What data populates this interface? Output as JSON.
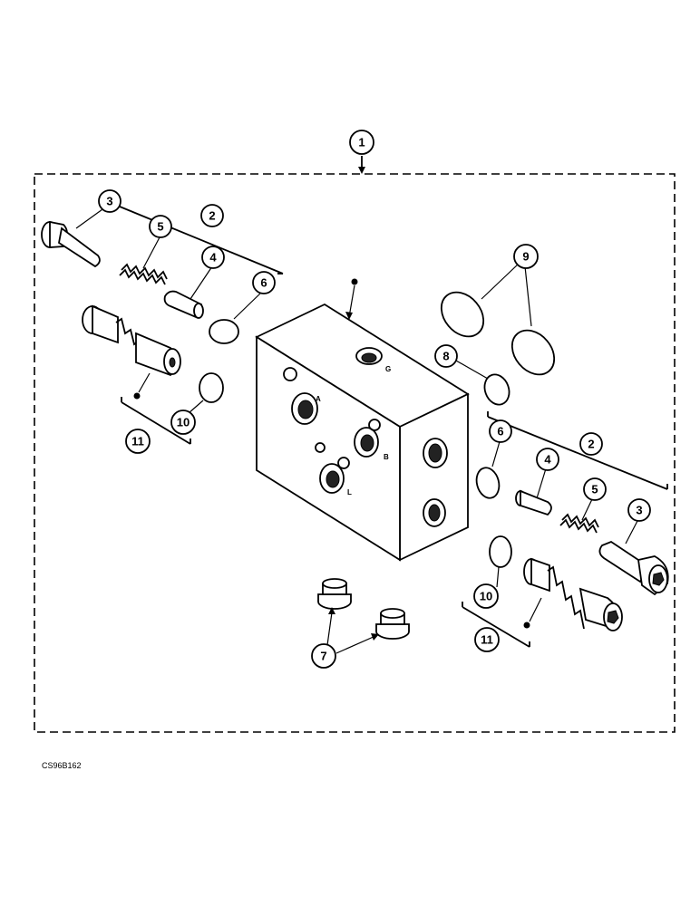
{
  "figure_code": "CS96B162",
  "callouts": {
    "c1": "1",
    "c2a": "2",
    "c3a": "3",
    "c4a": "4",
    "c5a": "5",
    "c6a": "6",
    "c10a": "10",
    "c11a": "11",
    "c9": "9",
    "c8": "8",
    "c2b": "2",
    "c3b": "3",
    "c4b": "4",
    "c5b": "5",
    "c6b": "6",
    "c10b": "10",
    "c11b": "11",
    "c7": "7"
  },
  "ports": {
    "a": "A",
    "b": "B",
    "l": "L",
    "g": "G"
  }
}
